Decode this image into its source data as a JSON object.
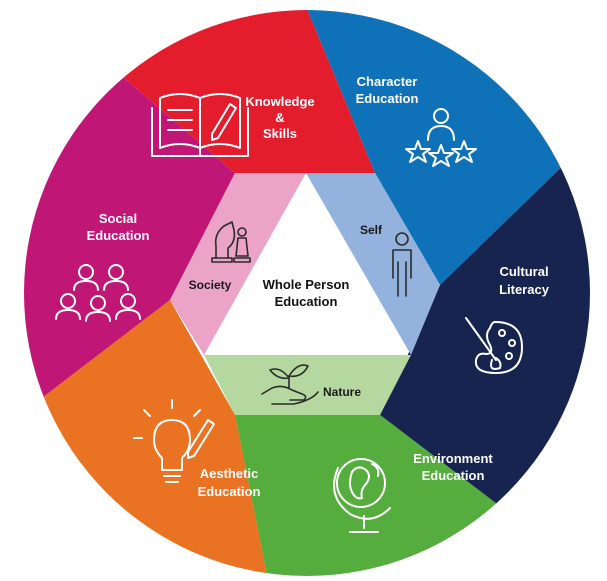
{
  "center": {
    "line1": "Whole Person",
    "line2": "Education"
  },
  "outer_segments": {
    "knowledge": {
      "line1": "Knowledge",
      "line2": "&",
      "line3": "Skills",
      "color": "#e41d2c",
      "icon": "open-book-pencil-icon"
    },
    "character": {
      "line1": "Character",
      "line2": "Education",
      "color": "#0f72b8",
      "icon": "person-stars-icon"
    },
    "cultural": {
      "line1": "Cultural",
      "line2": "Literacy",
      "color": "#16244f",
      "icon": "palette-brush-icon"
    },
    "environment": {
      "line1": "Environment",
      "line2": "Education",
      "color": "#55ad3e",
      "icon": "globe-icon"
    },
    "aesthetic": {
      "line1": "Aesthetic",
      "line2": "Education",
      "color": "#ea7323",
      "icon": "lightbulb-pencil-icon"
    },
    "social": {
      "line1": "Social",
      "line2": "Education",
      "color": "#c01675",
      "icon": "group-people-icon"
    }
  },
  "inner_segments": {
    "self": {
      "label": "Self",
      "color": "#93b3de",
      "icon": "standing-person-icon"
    },
    "nature": {
      "label": "Nature",
      "color": "#b4d89f",
      "icon": "hand-sprout-icon"
    },
    "society": {
      "label": "Society",
      "color": "#eba4c8",
      "icon": "chess-pieces-icon"
    }
  }
}
